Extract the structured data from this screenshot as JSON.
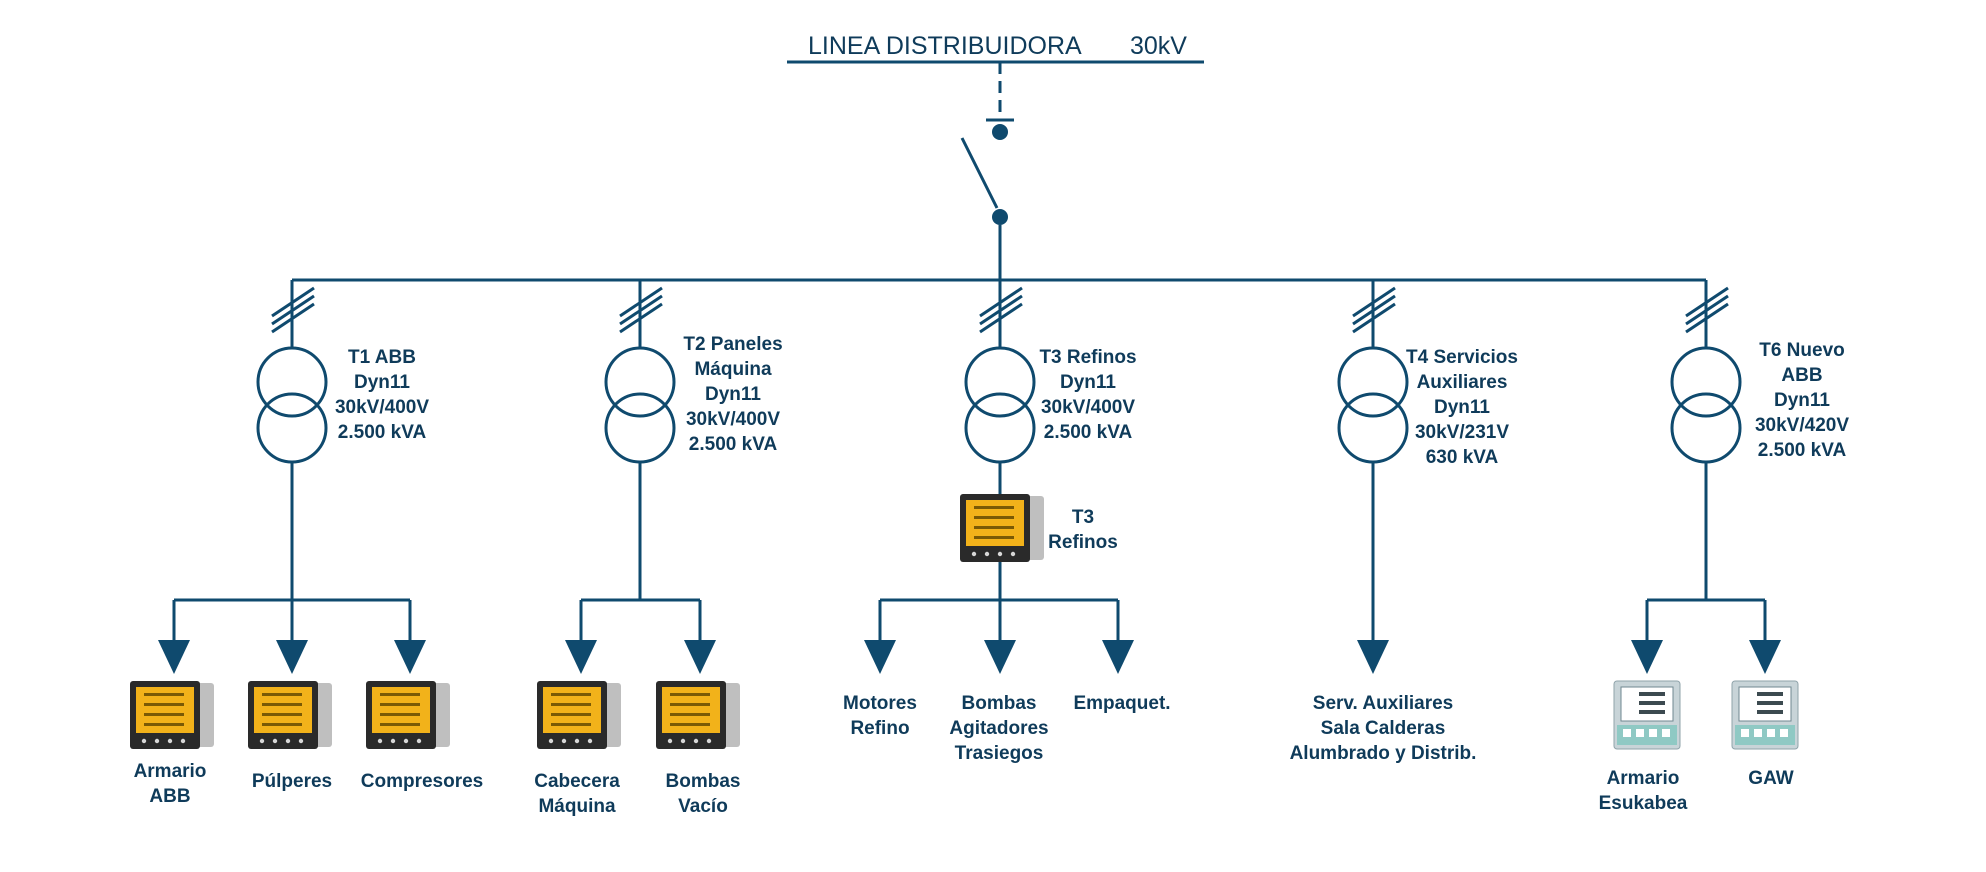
{
  "colors": {
    "line": "#0f4a6e",
    "text": "#0f3b5a",
    "meter_body": "#2a2a2a",
    "meter_screen": "#f2b21a",
    "meter2_body": "#c8d4d8",
    "meter2_screen": "#ffffff"
  },
  "main_line": {
    "title": "LINEA  DISTRIBUIDORA",
    "voltage": "30kV"
  },
  "transformers": [
    {
      "id": "t1",
      "label": [
        "T1 ABB",
        "Dyn11",
        "30kV/400V",
        "2.500 kVA"
      ]
    },
    {
      "id": "t2",
      "label": [
        "T2 Paneles",
        "Máquina",
        "Dyn11",
        "30kV/400V",
        "2.500 kVA"
      ]
    },
    {
      "id": "t3",
      "label": [
        "T3 Refinos",
        "Dyn11",
        "30kV/400V",
        "2.500 kVA"
      ]
    },
    {
      "id": "t4",
      "label": [
        "T4 Servicios",
        "Auxiliares",
        "Dyn11",
        "30kV/231V",
        "630 kVA"
      ]
    },
    {
      "id": "t6",
      "label": [
        "T6 Nuevo",
        "ABB",
        "Dyn11",
        "30kV/420V",
        "2.500 kVA"
      ]
    }
  ],
  "t3_meter_label": [
    "T3",
    "Refinos"
  ],
  "loads": {
    "t1": [
      [
        "Armario",
        "ABB"
      ],
      [
        "Púlperes"
      ],
      [
        "Compresores"
      ]
    ],
    "t2": [
      [
        "Cabecera",
        "Máquina"
      ],
      [
        "Bombas",
        "Vacío"
      ]
    ],
    "t3": [
      [
        "Motores",
        "Refino"
      ],
      [
        "Bombas",
        "Agitadores",
        "Trasiegos"
      ],
      [
        "Empaquet."
      ]
    ],
    "t4": [
      [
        "Serv. Auxiliares",
        "Sala Calderas",
        "Alumbrado y Distrib."
      ]
    ],
    "t6": [
      [
        "Armario",
        "Esukabea"
      ],
      [
        "GAW"
      ]
    ]
  },
  "icons": {
    "breaker": "disconnector-switch-icon",
    "transformer": "two-winding-transformer-icon",
    "three_phase": "three-phase-marker-icon",
    "meter_a": "power-analyzer-meter-icon",
    "meter_b": "multifunction-meter-icon",
    "load": "load-arrow-icon"
  }
}
